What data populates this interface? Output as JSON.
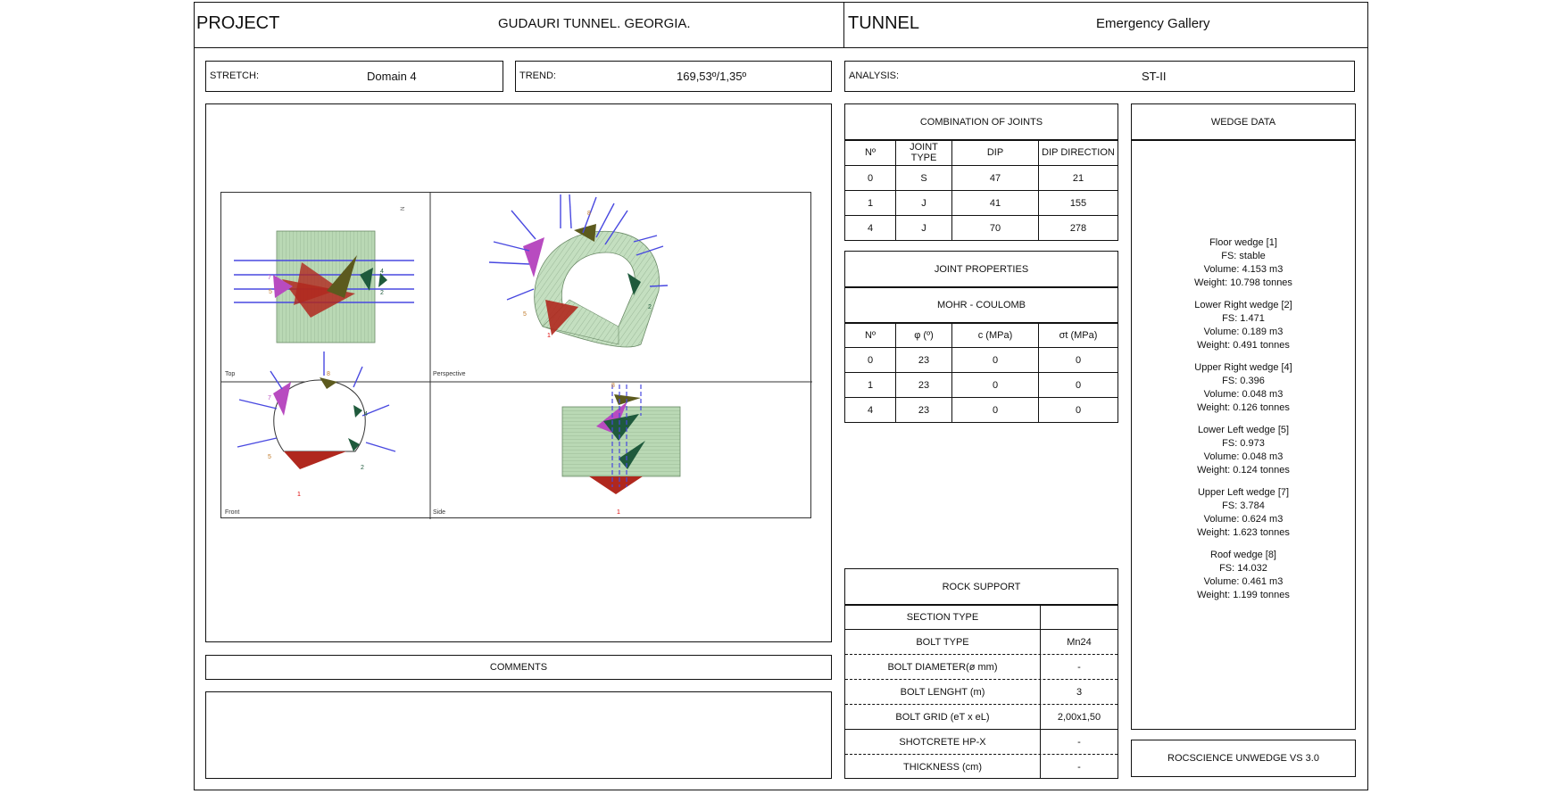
{
  "header": {
    "project_label": "PROJECT",
    "project_value": "GUDAURI TUNNEL. GEORGIA.",
    "tunnel_label": "TUNNEL",
    "tunnel_value": "Emergency Gallery"
  },
  "info": {
    "stretch_label": "STRETCH:",
    "stretch_value": "Domain 4",
    "trend_label": "TREND:",
    "trend_value": "169,53º/1,35º",
    "analysis_label": "ANALYSIS:",
    "analysis_value": "ST-II"
  },
  "views": {
    "top": "Top",
    "perspective": "Perspective",
    "front": "Front",
    "side": "Side"
  },
  "comments_label": "COMMENTS",
  "joints": {
    "title": "COMBINATION OF JOINTS",
    "headers": [
      "Nº",
      "JOINT TYPE",
      "DIP",
      "DIP DIRECTION"
    ],
    "rows": [
      [
        "0",
        "S",
        "47",
        "21"
      ],
      [
        "1",
        "J",
        "41",
        "155"
      ],
      [
        "4",
        "J",
        "70",
        "278"
      ]
    ]
  },
  "properties": {
    "title": "JOINT PROPERTIES",
    "subtitle": "MOHR - COULOMB",
    "headers": [
      "Nº",
      "φ (º)",
      "c (MPa)",
      "σt (MPa)"
    ],
    "rows": [
      [
        "0",
        "23",
        "0",
        "0"
      ],
      [
        "1",
        "23",
        "0",
        "0"
      ],
      [
        "4",
        "23",
        "0",
        "0"
      ]
    ]
  },
  "support": {
    "title": "ROCK SUPPORT",
    "rows": [
      [
        "SECTION TYPE",
        ""
      ],
      [
        "BOLT TYPE",
        "Mn24"
      ],
      [
        "BOLT DIAMETER(ø mm)",
        "-"
      ],
      [
        "BOLT LENGHT (m)",
        "3"
      ],
      [
        "BOLT GRID (eT x eL)",
        "2,00x1,50"
      ],
      [
        "SHOTCRETE HP-X",
        "-"
      ],
      [
        "THICKNESS (cm)",
        "-"
      ]
    ]
  },
  "wedge_data": {
    "title": "WEDGE DATA",
    "wedges": [
      {
        "name": "Floor wedge [1]",
        "fs": "FS: stable",
        "volume": "Volume: 4.153 m3",
        "weight": "Weight: 10.798 tonnes"
      },
      {
        "name": "Lower Right wedge [2]",
        "fs": "FS: 1.471",
        "volume": "Volume: 0.189 m3",
        "weight": "Weight: 0.491 tonnes"
      },
      {
        "name": "Upper Right wedge [4]",
        "fs": "FS: 0.396",
        "volume": "Volume: 0.048 m3",
        "weight": "Weight: 0.126 tonnes"
      },
      {
        "name": "Lower Left wedge [5]",
        "fs": "FS: 0.973",
        "volume": "Volume: 0.048 m3",
        "weight": "Weight: 0.124 tonnes"
      },
      {
        "name": "Upper Left wedge [7]",
        "fs": "FS: 3.784",
        "volume": "Volume: 0.624 m3",
        "weight": "Weight: 1.623 tonnes"
      },
      {
        "name": "Roof wedge [8]",
        "fs": "FS: 14.032",
        "volume": "Volume: 0.461 m3",
        "weight": "Weight: 1.199 tonnes"
      }
    ]
  },
  "software_label": "ROCSCIENCE UNWEDGE VS 3.0",
  "colors": {
    "tunnel_fill": "#b9d8b4",
    "floor_wedge": "#b0281e",
    "upper_left_wedge": "#b84bc0",
    "right_wedge": "#1f5a3c",
    "roof_wedge": "#5c5a1e",
    "bolt": "#4848e0"
  }
}
